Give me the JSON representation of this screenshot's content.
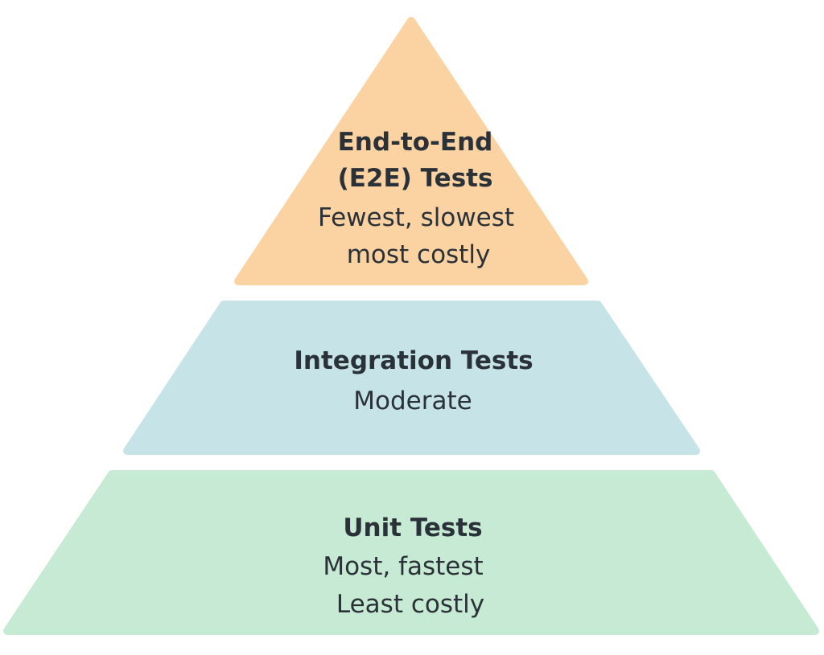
{
  "pyramid": {
    "top": {
      "title_line1": "End-to-End",
      "title_line2": "(E2E) Tests",
      "desc_line1": "Fewest, slowest",
      "desc_line2": "most costly",
      "color": "#fbd3a2"
    },
    "middle": {
      "title": "Integration Tests",
      "desc": "Moderate",
      "color": "#c6e4e7"
    },
    "bottom": {
      "title": "Unit Tests",
      "desc_line1": "Most, fastest",
      "desc_line2": "Least costly",
      "color": "#c6ead3"
    }
  }
}
